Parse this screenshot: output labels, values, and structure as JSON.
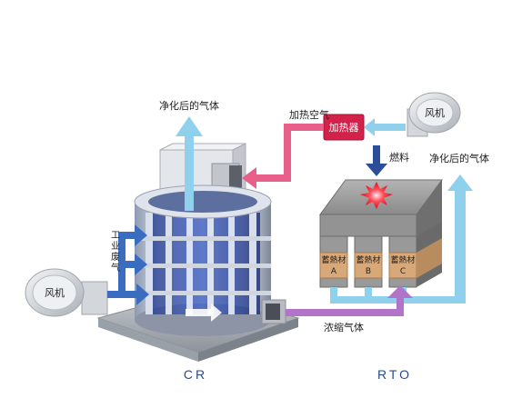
{
  "labels": {
    "purified_gas_left": "净化后的气体",
    "purified_gas_right": "净化后的气体",
    "heated_air": "加热空气",
    "heater": "加热器",
    "fan_top": "风机",
    "fan_left": "风机",
    "fuel": "燃料",
    "industrial_waste_gas": "工业废气",
    "concentrated_gas": "浓缩气体",
    "bed_a": "蓄熱材\nA",
    "bed_b": "蓄熱材\nB",
    "bed_c": "蓄熱材\nC",
    "bed_a_line1": "蓄熱材",
    "bed_a_line2": "A",
    "bed_b_line1": "蓄熱材",
    "bed_b_line2": "B",
    "bed_c_line1": "蓄熱材",
    "bed_c_line2": "C",
    "cr": "CR",
    "rto": "RTO"
  },
  "colors": {
    "clean_gas": "#8fd0ec",
    "hot_air": "#e8608a",
    "heater": "#d2224a",
    "waste_gas": "#3a6cc0",
    "concentrated": "#b274c8",
    "fuel_arrow": "#2c4e9a",
    "bed": "#d8a878",
    "rto_body": "#8a8a8a",
    "flame": "#e8202e"
  }
}
